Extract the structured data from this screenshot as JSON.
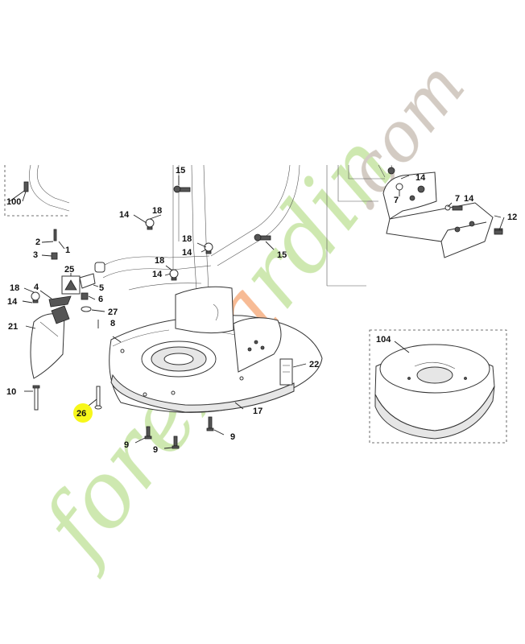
{
  "watermark": {
    "prefix": "forex",
    "highlight": "ja",
    "suffix": "rdin",
    "domain": ".com",
    "color_green": "#c9e6a8",
    "color_gray": "#cfc6bd",
    "color_orange": "#f6b48a"
  },
  "highlight_color": "#f7f71a",
  "labels": {
    "l100": "100",
    "l15a": "15",
    "l14a": "14",
    "l18a": "18",
    "l2": "2",
    "l1": "1",
    "l3": "3",
    "l18b": "18",
    "l14b": "14",
    "l15b": "15",
    "l18c": "18",
    "l14c": "14",
    "l25": "25",
    "l5": "5",
    "l6": "6",
    "l27": "27",
    "l8": "8",
    "l18d": "18",
    "l4": "4",
    "l14d": "14",
    "l21": "21",
    "l14e": "14",
    "l7a": "7",
    "l7b": "7",
    "l14f": "14",
    "l12": "12",
    "l104": "104",
    "l22": "22",
    "l10": "10",
    "l26": "26",
    "l17": "17",
    "l9a": "9",
    "l9b": "9",
    "l9c": "9"
  }
}
